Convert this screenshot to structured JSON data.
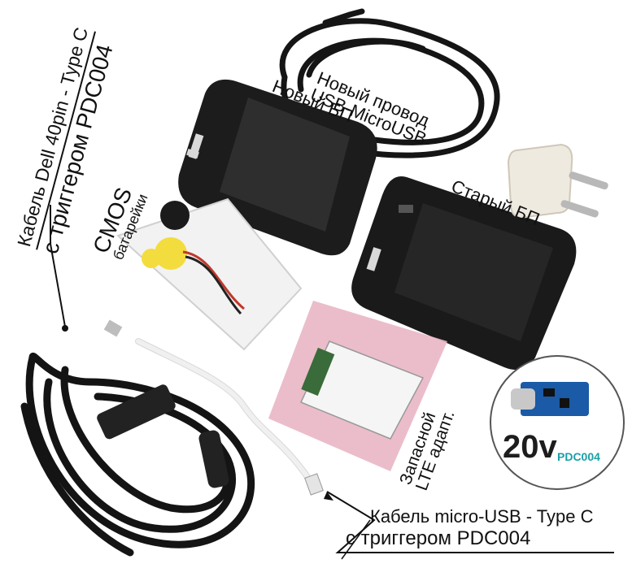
{
  "labels": {
    "dell_cable_line1": "Кабель Dell 40pin - Type C",
    "dell_cable_line2": "с триггером PDC004",
    "new_cable_line1": "Новый провод",
    "new_cable_line2": "USB-MicroUSB",
    "new_psu": "Новый БП",
    "old_psu": "Старый БП",
    "cmos_line1": "CMOS",
    "cmos_line2": "батарейки",
    "spare_line1": "Запасной",
    "spare_line2": "LTE адапт.",
    "micro_cable_line1": "Кабель micro-USB - Type C",
    "micro_cable_line2": "с триггером PDC004"
  },
  "badge": {
    "voltage": "20v",
    "model": "PDC004"
  },
  "colors": {
    "text": "#111111",
    "badge_model": "#1aa0a6",
    "psu_body": "#1c1c1c",
    "pink_bag": "#e9b6c4",
    "plug_white": "#efeae0"
  }
}
